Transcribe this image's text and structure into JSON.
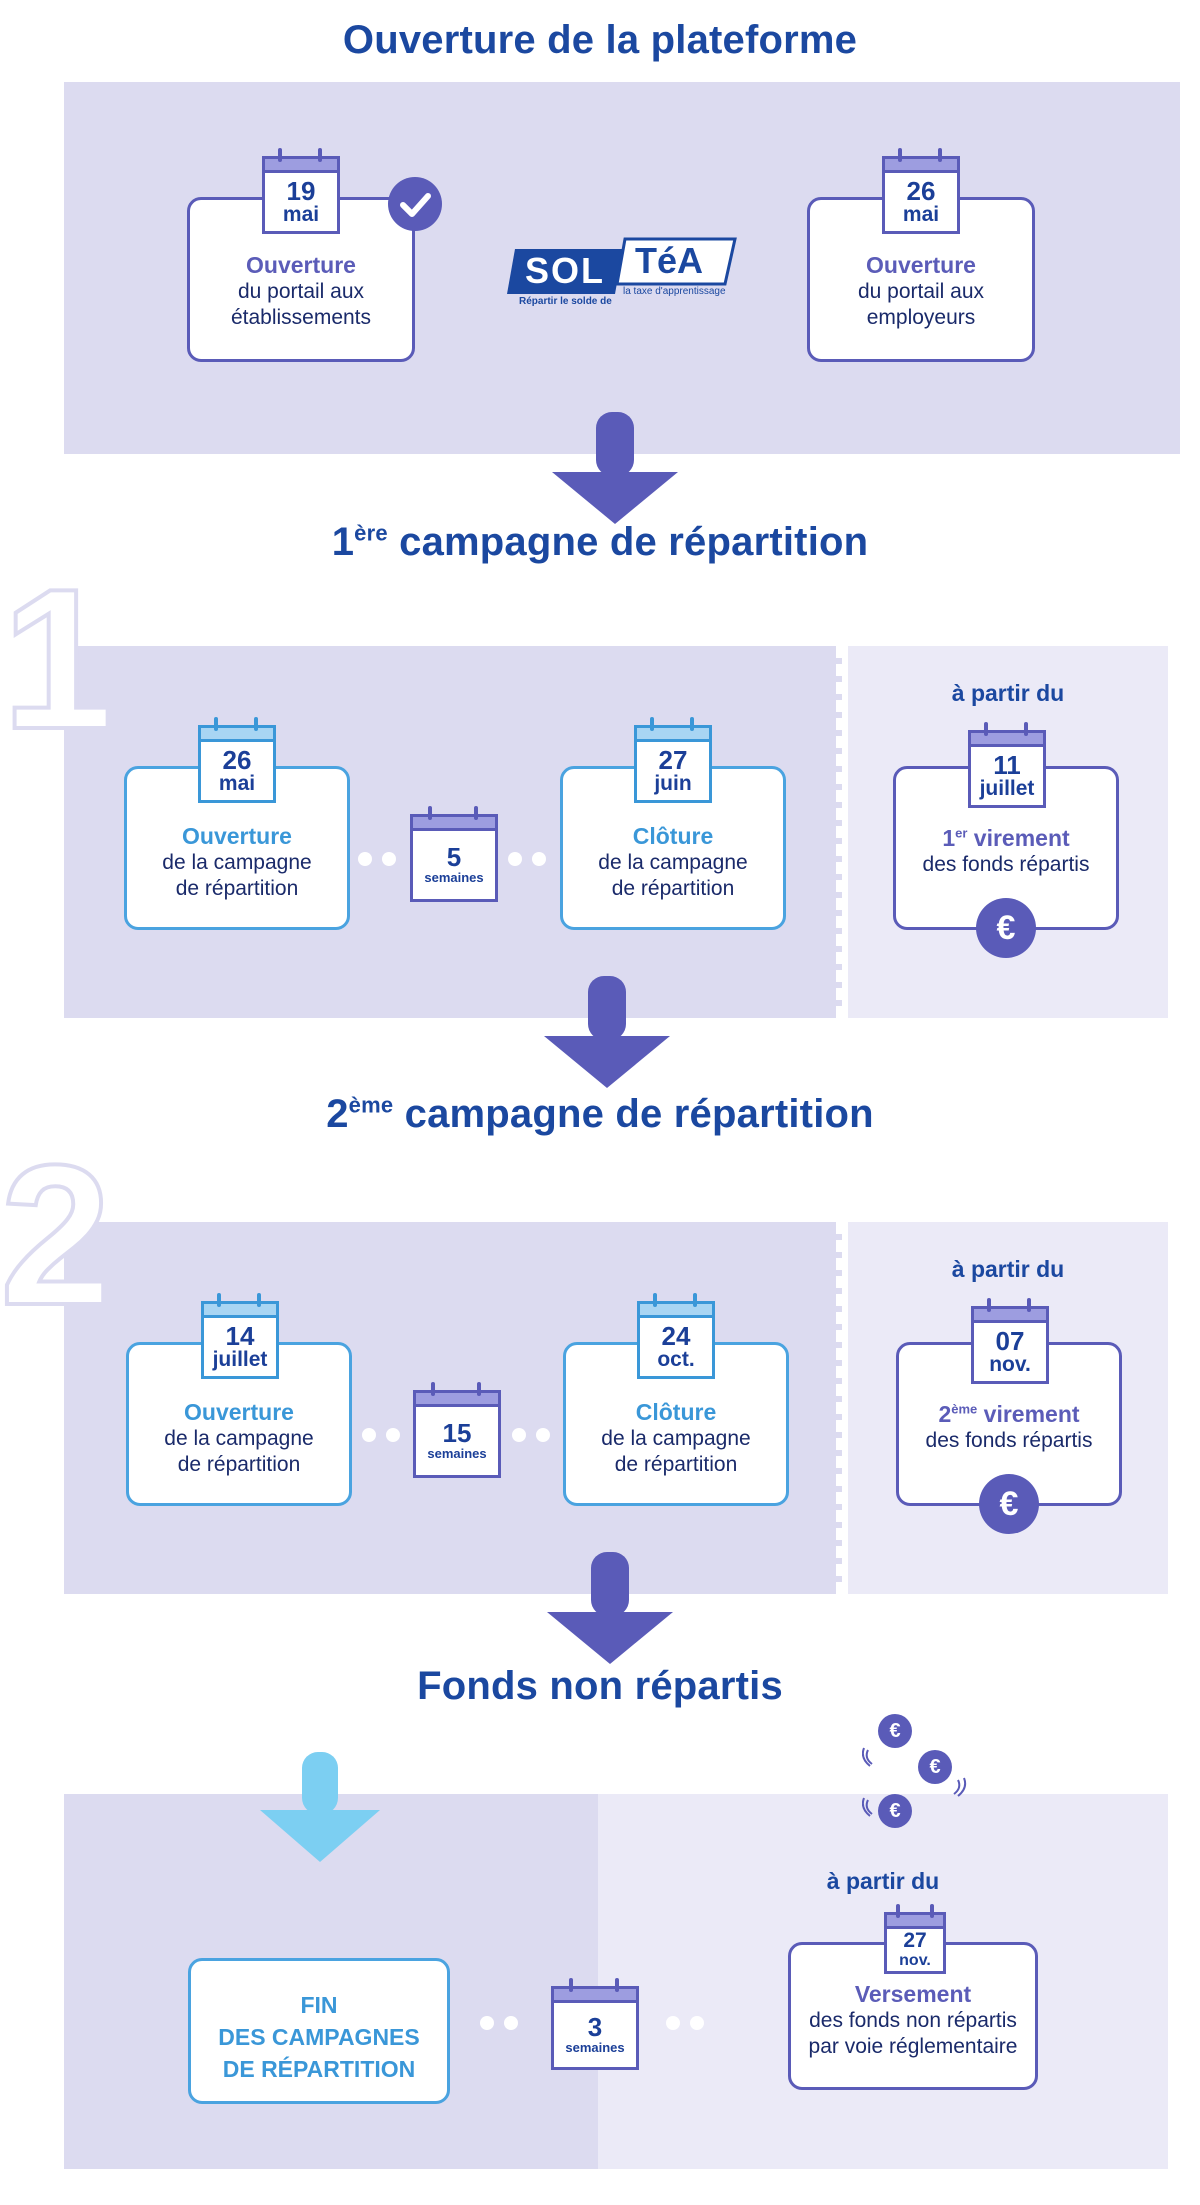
{
  "section1": {
    "title": "Ouverture de la plateforme",
    "left": {
      "day": "19",
      "month": "mai",
      "t1": "Ouverture",
      "t2a": "du portail aux",
      "t2b": "établissements"
    },
    "right": {
      "day": "26",
      "month": "mai",
      "t1": "Ouverture",
      "t2a": "du portail aux",
      "t2b": "employeurs"
    },
    "logo": {
      "sol": "SOL",
      "tea": "TéA",
      "caption_left": "Répartir le solde de",
      "caption_right": "la taxe d'apprentissage"
    }
  },
  "section2": {
    "title_prefix": "1",
    "title_sup": "ère",
    "title_rest": " campagne de répartition",
    "big_number": "1",
    "open": {
      "day": "26",
      "month": "mai",
      "t1": "Ouverture",
      "t2a": "de la campagne",
      "t2b": "de répartition"
    },
    "duration": {
      "num": "5",
      "unit": "semaines"
    },
    "close": {
      "day": "27",
      "month": "juin",
      "t1": "Clôture",
      "t2a": "de la campagne",
      "t2b": "de répartition"
    },
    "from_label": "à partir du",
    "transfer": {
      "day": "11",
      "month": "juillet",
      "t1_num": "1",
      "t1_sup": "er",
      "t1_rest": " virement",
      "t2": "des fonds répartis",
      "currency": "€"
    }
  },
  "section3": {
    "title_prefix": "2",
    "title_sup": "ème",
    "title_rest": " campagne de répartition",
    "big_number": "2",
    "open": {
      "day": "14",
      "month": "juillet",
      "t1": "Ouverture",
      "t2a": "de la campagne",
      "t2b": "de répartition"
    },
    "duration": {
      "num": "15",
      "unit": "semaines"
    },
    "close": {
      "day": "24",
      "month": "oct.",
      "t1": "Clôture",
      "t2a": "de la campagne",
      "t2b": "de répartition"
    },
    "from_label": "à partir du",
    "transfer": {
      "day": "07",
      "month": "nov.",
      "t1_num": "2",
      "t1_sup": "ème",
      "t1_rest": " virement",
      "t2": "des fonds répartis",
      "currency": "€"
    }
  },
  "section4": {
    "title": "Fonds non répartis",
    "end": {
      "l1": "FIN",
      "l2": "DES CAMPAGNES",
      "l3": "DE RÉPARTITION"
    },
    "duration": {
      "num": "3",
      "unit": "semaines"
    },
    "from_label": "à partir du",
    "payment": {
      "day": "27",
      "month": "nov.",
      "t1": "Versement",
      "t2a": "des fonds non répartis",
      "t2b": "par voie réglementaire"
    },
    "coins": [
      "€",
      "€",
      "€"
    ]
  },
  "colors": {
    "title_blue": "#1b48a0",
    "violet": "#5a5bb8",
    "light_blue": "#3a97d8",
    "panel": "#dcdbf0"
  }
}
